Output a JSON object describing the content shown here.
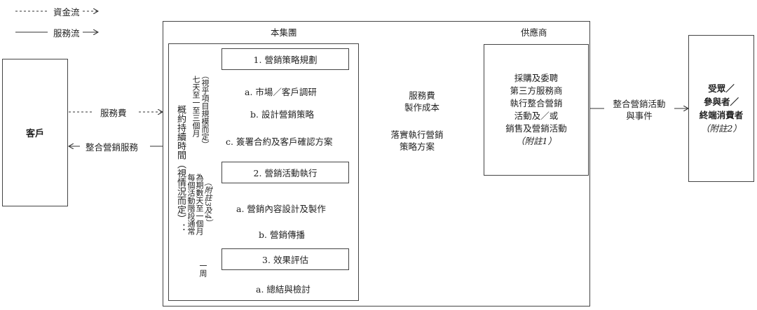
{
  "legend": {
    "fund_flow": "資金流",
    "service_flow": "服務流"
  },
  "customer": {
    "label": "客戶"
  },
  "customer_links": {
    "service_fee": "服務費",
    "integrated_marketing_service": "整合營銷服務"
  },
  "group": {
    "title": "本集團",
    "duration_main": "概約持續時間（視情況而定）：",
    "duration_stage1_a": "七天至一至三個月",
    "duration_stage1_b": "（視乎項目規模而定）",
    "duration_stage2_a": "每個活動階段通常",
    "duration_stage2_b": "為期數天至一個月",
    "duration_stage2_c": "（附註3及4）",
    "duration_stage3": "一周",
    "steps": [
      {
        "label": "1. 營銷策略規劃"
      },
      {
        "label": "2. 營銷活動執行"
      },
      {
        "label": "3. 效果評估"
      }
    ],
    "substeps": {
      "market_research": "a. 市場／客戶調研",
      "strategy_design": "b. 設計營銷策略",
      "sign_contract": "c. 簽署合約及客戶確認方案",
      "content_production": "a. 營銷內容設計及製作",
      "marketing_spread": "b. 營銷傳播",
      "summary_review": "a. 總結與檢討"
    }
  },
  "supplier": {
    "title": "供應商",
    "desc_lines": [
      "採購及委聘",
      "第三方服務商",
      "執行整合營銷",
      "活動及／或",
      "銷售及營銷活動"
    ],
    "note": "（附註1）"
  },
  "supplier_links": {
    "fee_line1": "服務費",
    "fee_line2": "製作成本",
    "plan_line1": "落實執行營銷",
    "plan_line2": "策略方案"
  },
  "event_link": {
    "line1": "整合營銷活動",
    "line2": "與事件"
  },
  "audience": {
    "line1": "受眾／",
    "line2": "參與者／",
    "line3": "終端消費者",
    "note": "（附註2）"
  }
}
